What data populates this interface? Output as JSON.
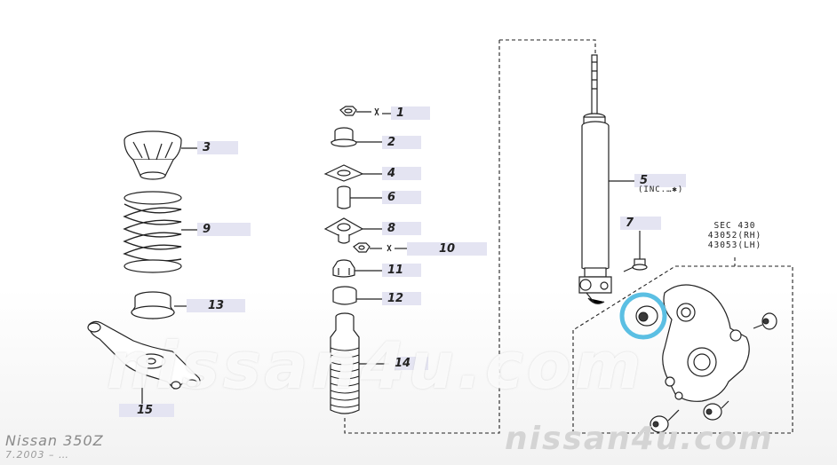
{
  "callouts": [
    "1",
    "2",
    "3",
    "4",
    "5",
    "6",
    "7",
    "8",
    "9",
    "10",
    "11",
    "12",
    "13",
    "14",
    "15"
  ],
  "callout_5_note": "(INC.…✱)",
  "section_ref": {
    "line1": "SEC 430",
    "line2": "43052(RH)",
    "line3": "43053(LH)"
  },
  "watermark": {
    "center": "nissan4u.com",
    "corner": "nissan4u.com"
  },
  "model": {
    "name": "Nissan 350Z",
    "date": "7.2003 – …"
  },
  "colors": {
    "callout_bg": "#e4e4f2",
    "highlight_ring": "#5bbfe3",
    "line": "#222222"
  }
}
